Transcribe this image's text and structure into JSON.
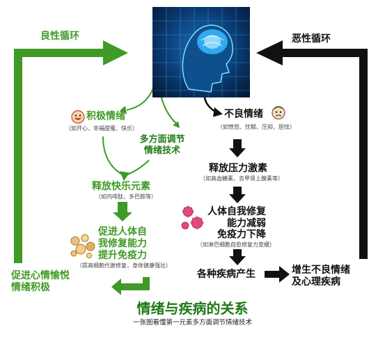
{
  "title": "情绪与疾病的关系",
  "subtitle": "一张图看懂第一元素多方面调节情绪技术",
  "cycles": {
    "good": "良性循环",
    "bad": "恶性循环"
  },
  "left_nodes": {
    "positive_emotion": {
      "label": "积极情绪",
      "note": "（如开心、幸福甜蜜、快乐）"
    },
    "regulation": {
      "line1": "多方面调节",
      "line2": "情绪技术"
    },
    "release_happy": {
      "label": "释放快乐元素",
      "note": "（如内啡肽、多巴胺等）"
    },
    "promote_repair": {
      "line1": "促进人体自",
      "line2": "我修复能力",
      "line3": "提升免疫力",
      "note": "（提高细胞代谢修复，身体健康强壮）"
    },
    "promote_joy": {
      "line1": "促进心情愉悦",
      "line2": "情绪积极"
    }
  },
  "right_nodes": {
    "negative_emotion": {
      "label": "不良情绪",
      "note": "（如愤怒、忧郁、压抑、胆怯）"
    },
    "release_stress": {
      "label": "释放压力激素",
      "note": "（如高血糖素、去甲肾上腺素等）"
    },
    "weaken_repair": {
      "line1": "人体自我修复",
      "line2": "能力减弱",
      "line3": "免疫力下降",
      "note": "（如淋巴细胞自愈修复力变缓）"
    },
    "diseases": {
      "label": "各种疾病产生"
    },
    "increase_bad": {
      "line1": "增生不良情绪",
      "line2": "及心理疾病"
    }
  },
  "colors": {
    "green": "#3f9a26",
    "dark_green": "#1f7a18",
    "black": "#111111",
    "head_blue": "#1c6fb8"
  },
  "icons": {
    "head": "ai-brain-head-image",
    "happy_face": "happy-face-icon",
    "sad_face": "sad-face-icon",
    "cells": "cell-cluster-icon",
    "virus": "virus-icon"
  }
}
